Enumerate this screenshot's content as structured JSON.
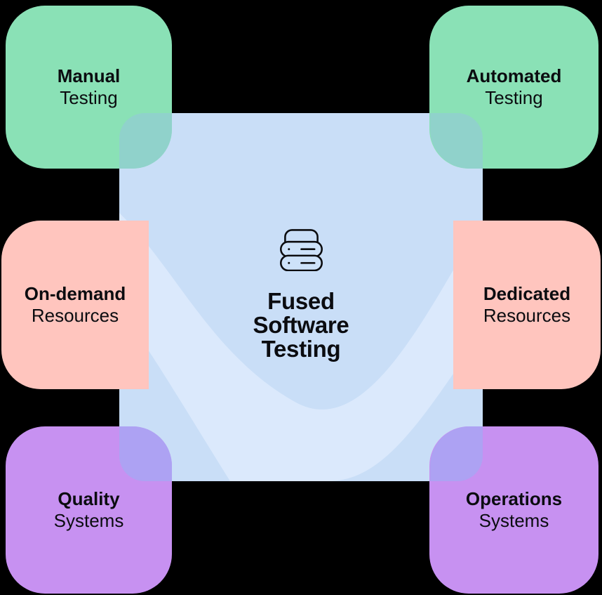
{
  "diagram": {
    "center": {
      "icon": "server-stack-icon",
      "line1": "Fused",
      "line2": "Software",
      "line3": "Testing"
    },
    "cards": [
      {
        "id": "manual-testing",
        "position": "top-left",
        "line1": "Manual",
        "line2": "Testing",
        "color": "#8ae1b6"
      },
      {
        "id": "automated-testing",
        "position": "top-right",
        "line1": "Automated",
        "line2": "Testing",
        "color": "#8ae1b6"
      },
      {
        "id": "on-demand-resources",
        "position": "middle-left",
        "line1": "On-demand",
        "line2": "Resources",
        "color": "#ffc5be"
      },
      {
        "id": "dedicated-resources",
        "position": "middle-right",
        "line1": "Dedicated",
        "line2": "Resources",
        "color": "#ffc5be"
      },
      {
        "id": "quality-systems",
        "position": "bottom-left",
        "line1": "Quality",
        "line2": "Systems",
        "color": "#c791f1"
      },
      {
        "id": "operations-systems",
        "position": "bottom-right",
        "line1": "Operations",
        "line2": "Systems",
        "color": "#c791f1"
      }
    ],
    "colors": {
      "background": "#000000",
      "central_panel": "#c9def7",
      "panel_swirl_highlight": "#dbe9fc",
      "green_card": "#8ae1b6",
      "green_blue_overlap": "#90d2cb",
      "pink_card": "#ffc5be",
      "purple_card": "#c791f1",
      "purple_blue_overlap": "#ada2f3",
      "text": "#0b0c10"
    }
  }
}
